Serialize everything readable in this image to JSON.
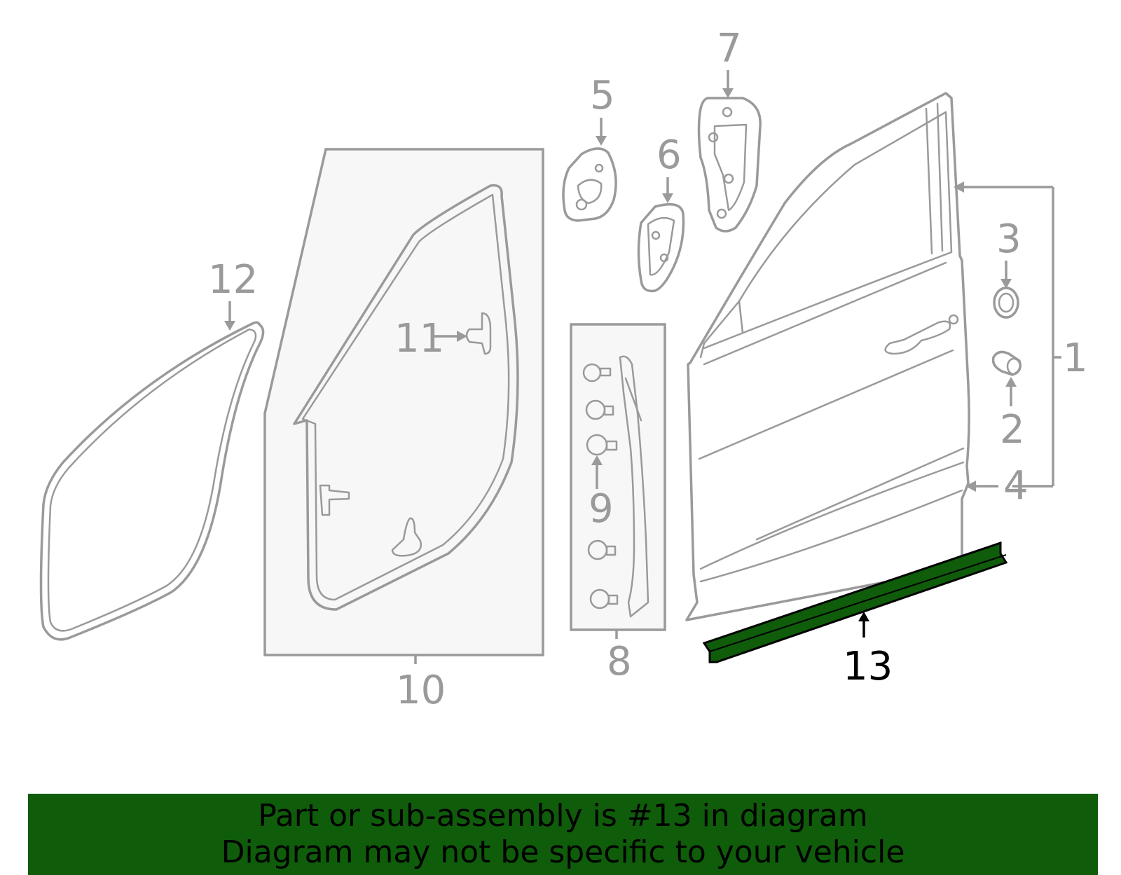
{
  "callouts": {
    "c1": "1",
    "c2": "2",
    "c3": "3",
    "c4": "4",
    "c5": "5",
    "c6": "6",
    "c7": "7",
    "c8": "8",
    "c9": "9",
    "c10": "10",
    "c11": "11",
    "c12": "12",
    "c13": "13"
  },
  "highlight": {
    "part_number": "13",
    "color": "#0f5c0a"
  },
  "banner": {
    "line1": "Part or sub-assembly is #13 in diagram",
    "line2": "Diagram may not be specific to your vehicle",
    "color": "#0f5c0a"
  }
}
